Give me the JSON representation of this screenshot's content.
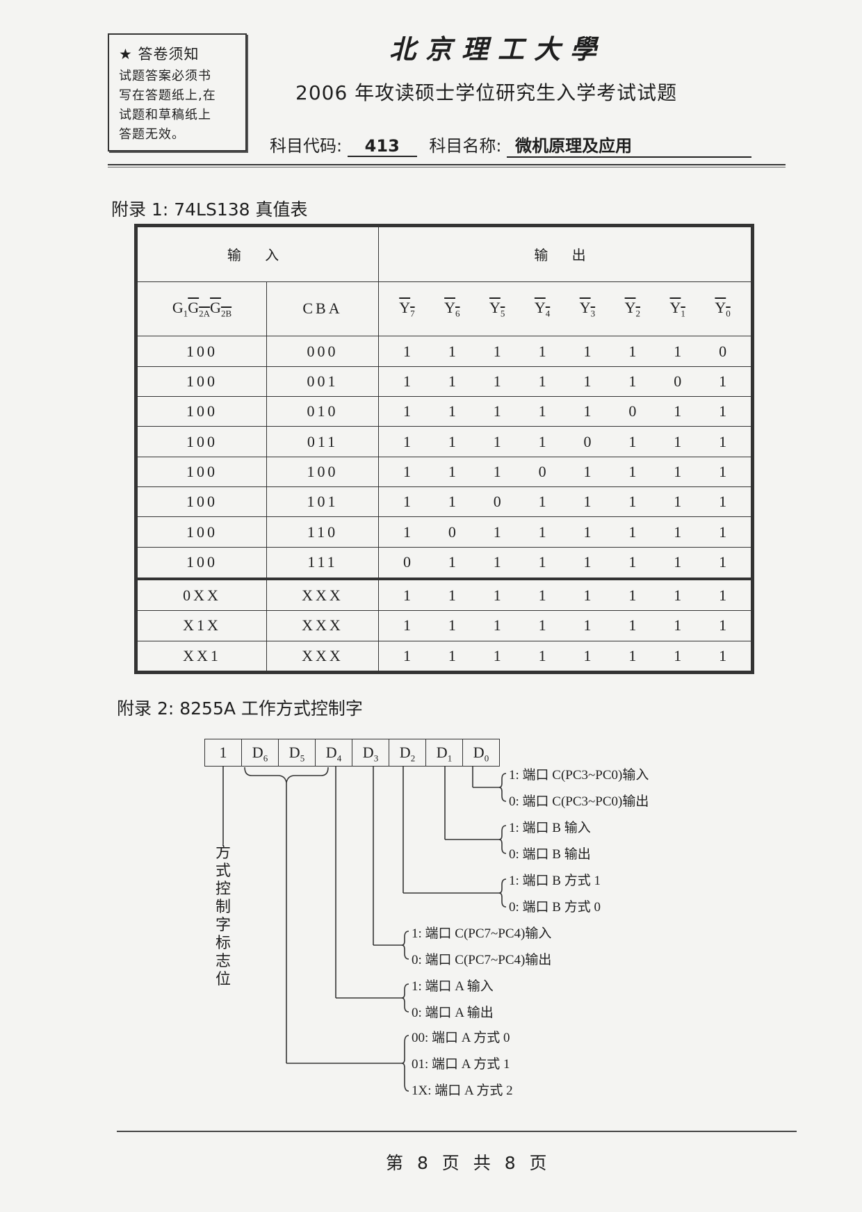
{
  "header": {
    "notice": {
      "title": "★ 答卷须知",
      "lines": [
        "试题答案必须书",
        "写在答题纸上,在",
        "试题和草稿纸上",
        "答题无效。"
      ]
    },
    "university": "北京理工大學",
    "exam_title": "2006 年攻读硕士学位研究生入学考试试题",
    "subject_code_label": "科目代码:",
    "subject_code": "413",
    "subject_name_label": "科目名称:",
    "subject_name": "微机原理及应用"
  },
  "appendix1": {
    "title": "附录 1: 74LS138 真值表",
    "input_header": "输 入",
    "output_header": "输 出",
    "col_g": "G1G2AG2B",
    "col_cba": "CBA",
    "outputs": [
      "Y7",
      "Y6",
      "Y5",
      "Y4",
      "Y3",
      "Y2",
      "Y1",
      "Y0"
    ],
    "output_subs": [
      "7",
      "6",
      "5",
      "4",
      "3",
      "2",
      "1",
      "0"
    ],
    "rows": [
      {
        "g": "100",
        "cba": "000",
        "y": [
          "1",
          "1",
          "1",
          "1",
          "1",
          "1",
          "1",
          "0"
        ]
      },
      {
        "g": "100",
        "cba": "001",
        "y": [
          "1",
          "1",
          "1",
          "1",
          "1",
          "1",
          "0",
          "1"
        ]
      },
      {
        "g": "100",
        "cba": "010",
        "y": [
          "1",
          "1",
          "1",
          "1",
          "1",
          "0",
          "1",
          "1"
        ]
      },
      {
        "g": "100",
        "cba": "011",
        "y": [
          "1",
          "1",
          "1",
          "1",
          "0",
          "1",
          "1",
          "1"
        ]
      },
      {
        "g": "100",
        "cba": "100",
        "y": [
          "1",
          "1",
          "1",
          "0",
          "1",
          "1",
          "1",
          "1"
        ]
      },
      {
        "g": "100",
        "cba": "101",
        "y": [
          "1",
          "1",
          "0",
          "1",
          "1",
          "1",
          "1",
          "1"
        ]
      },
      {
        "g": "100",
        "cba": "110",
        "y": [
          "1",
          "0",
          "1",
          "1",
          "1",
          "1",
          "1",
          "1"
        ]
      },
      {
        "g": "100",
        "cba": "111",
        "y": [
          "0",
          "1",
          "1",
          "1",
          "1",
          "1",
          "1",
          "1"
        ]
      },
      {
        "g": "0XX",
        "cba": "XXX",
        "y": [
          "1",
          "1",
          "1",
          "1",
          "1",
          "1",
          "1",
          "1"
        ]
      },
      {
        "g": "X1X",
        "cba": "XXX",
        "y": [
          "1",
          "1",
          "1",
          "1",
          "1",
          "1",
          "1",
          "1"
        ]
      },
      {
        "g": "XX1",
        "cba": "XXX",
        "y": [
          "1",
          "1",
          "1",
          "1",
          "1",
          "1",
          "1",
          "1"
        ]
      }
    ]
  },
  "appendix2": {
    "title": "附录 2: 8255A 工作方式控制字",
    "bits": [
      "1",
      "D6",
      "D5",
      "D4",
      "D3",
      "D2",
      "D1",
      "D0"
    ],
    "flag_label": "方式控制字标志位",
    "options": {
      "d0": [
        "1: 端口 C(PC3~PC0)输入",
        "0: 端口 C(PC3~PC0)输出"
      ],
      "d1": [
        "1: 端口 B 输入",
        "0: 端口 B 输出"
      ],
      "d2": [
        "1: 端口 B 方式 1",
        "0: 端口 B 方式 0"
      ],
      "d3": [
        "1: 端口 C(PC7~PC4)输入",
        "0: 端口 C(PC7~PC4)输出"
      ],
      "d4": [
        "1: 端口 A 输入",
        "0: 端口 A 输出"
      ],
      "d65": [
        "00: 端口 A 方式 0",
        "01: 端口 A 方式 1",
        "1X: 端口 A 方式 2"
      ]
    }
  },
  "footer": {
    "page": "第 8 页 共 8 页"
  }
}
